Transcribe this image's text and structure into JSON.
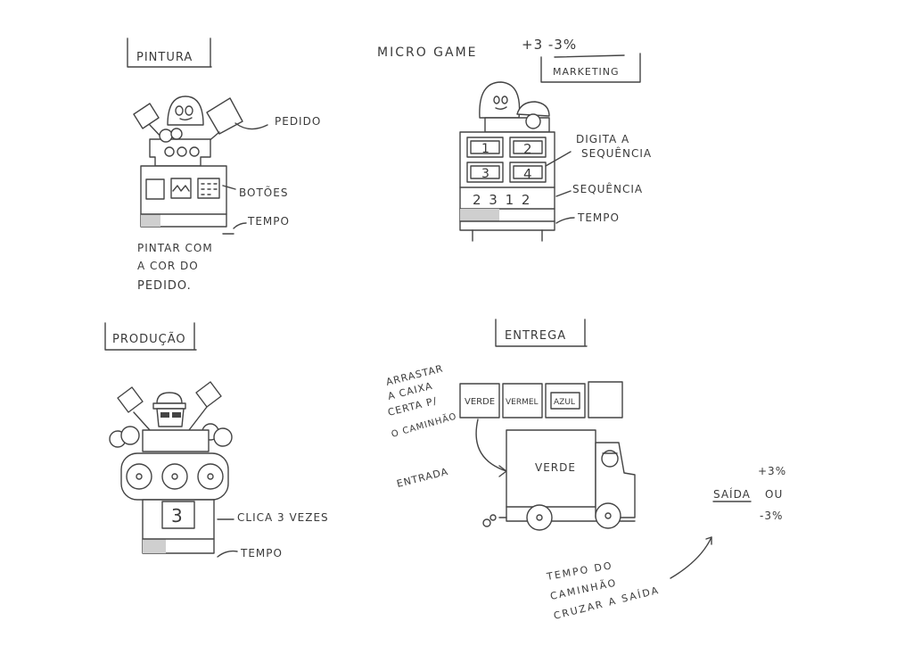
{
  "header": {
    "title": "MICRO GAME",
    "score": "+3  -3%"
  },
  "pintura": {
    "title": "PINTURA",
    "label_pedido": "PEDIDO",
    "label_botoes": "BOTÕES",
    "label_tempo": "TEMPO",
    "note": [
      "PINTAR COM",
      "A COR DO",
      "PEDIDO."
    ]
  },
  "marketing": {
    "title": "MARKETING",
    "keys": [
      "1",
      "2",
      "3",
      "4"
    ],
    "sequence": "2 3 1 2",
    "label_digita": [
      "DIGITA A",
      "SEQUÊNCIA"
    ],
    "label_sequencia": "SEQUÊNCIA",
    "label_tempo": "TEMPO"
  },
  "producao": {
    "title": "PRODUÇÃO",
    "counter": "3",
    "label_clica": "CLICA 3 VEZES",
    "label_tempo": "TEMPO"
  },
  "entrega": {
    "title": "ENTREGA",
    "boxes": [
      "VERDE",
      "VERMEL",
      "AZUL",
      ""
    ],
    "truck_label": "VERDE",
    "instruction": [
      "ARRASTAR",
      "A CAIXA",
      "CERTA P/",
      "O CAMINHÃO"
    ],
    "label_entrada": "ENTRADA",
    "label_saida": "SAÍDA",
    "saida_or": "OU",
    "plus": "+3%",
    "minus": "-3%",
    "time_note": [
      "TEMPO DO",
      "CAMINHÃO",
      "CRUZAR A SAÍDA"
    ]
  }
}
